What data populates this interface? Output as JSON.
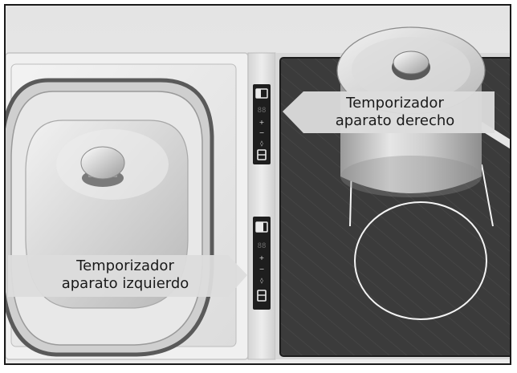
{
  "labels": {
    "right_timer": [
      "Temporizador",
      "aparato derecho"
    ],
    "left_timer": [
      "Temporizador",
      "aparato izquierdo"
    ]
  },
  "control_panels": {
    "upper": {
      "symbols": [
        "+",
        "−",
        "◊"
      ]
    },
    "lower": {
      "symbols": [
        "+",
        "−",
        "◊"
      ]
    }
  },
  "colors": {
    "frame": "#1a1a1a",
    "ceramic_surface": "#3a3a3a",
    "callout_fill": "#dcdcdc",
    "cookware_steel": "#c8c8c8"
  }
}
